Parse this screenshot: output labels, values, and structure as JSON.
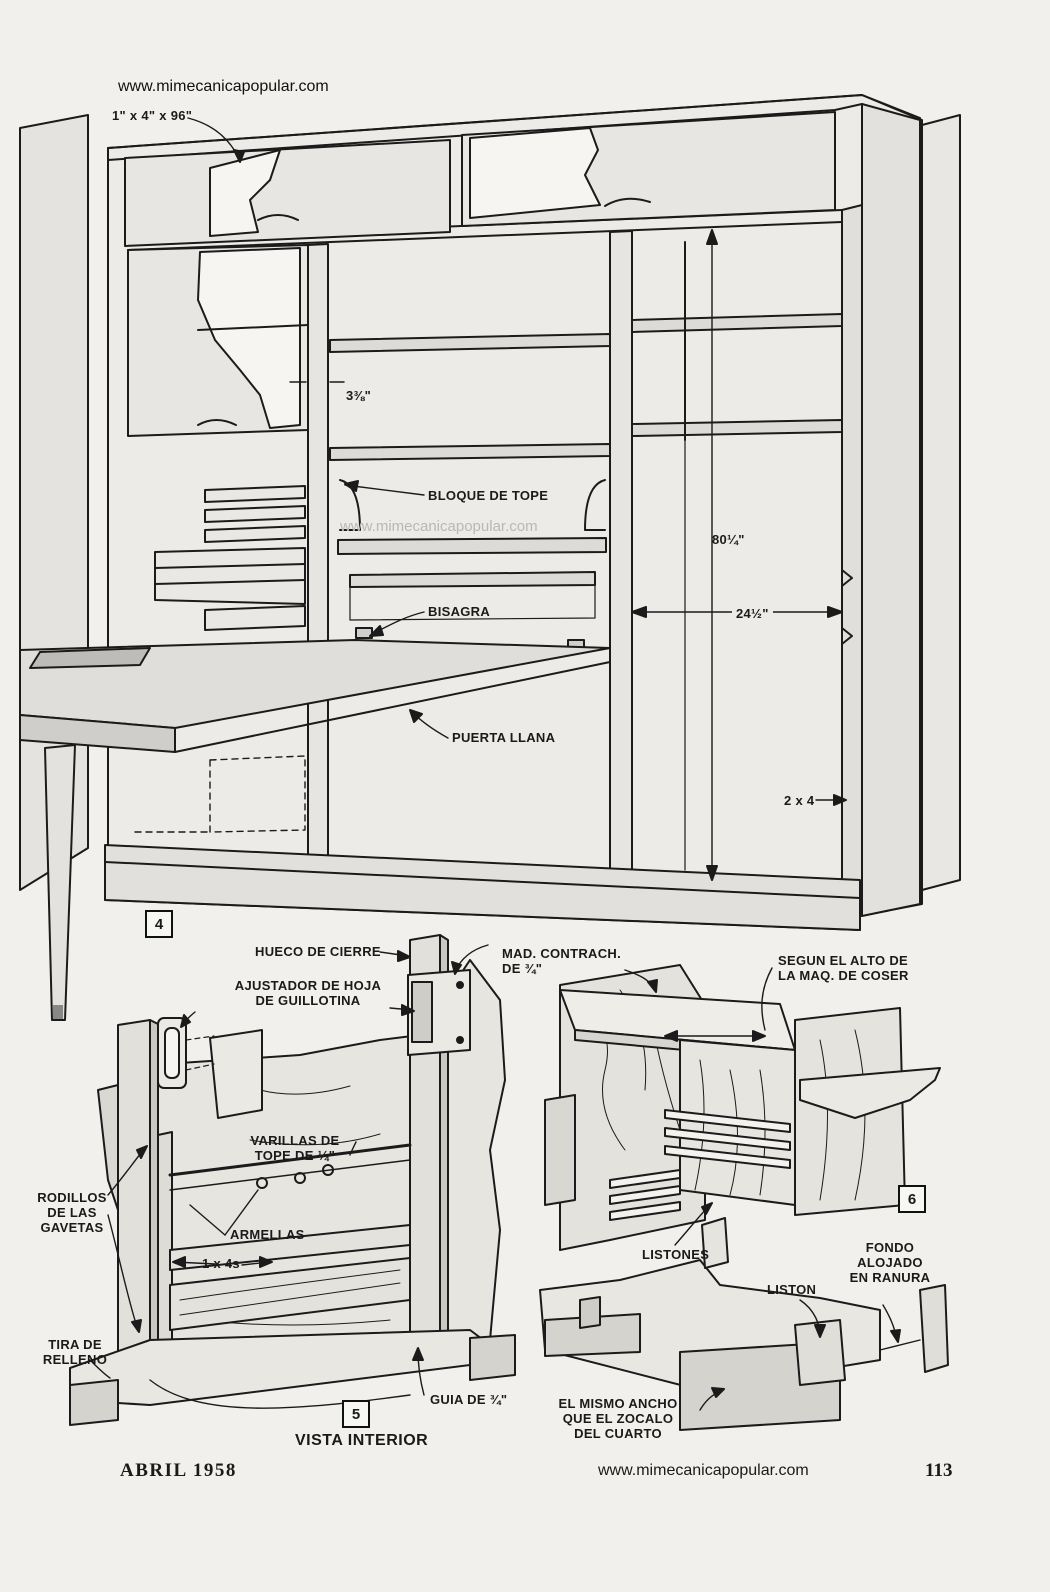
{
  "header": {
    "url": "www.mimecanicapopular.com"
  },
  "watermark": {
    "text": "www.mimecanicapopular.com"
  },
  "figure4": {
    "number": "4",
    "labels": {
      "lumber": "1\" x 4\" x 96\"",
      "gap": "3⅜\"",
      "stop_block": "BLOQUE DE TOPE",
      "height": "80¼\"",
      "hinge": "BISAGRA",
      "width": "24½\"",
      "flat_door": "PUERTA LLANA",
      "stud": "2 x 4"
    }
  },
  "figure5": {
    "number": "5",
    "caption": "VISTA INTERIOR",
    "labels": {
      "lock_recess": "HUECO DE CIERRE",
      "plywood": [
        "MAD. CONTRACH.",
        "DE ¾\""
      ],
      "sash_adjuster": [
        "AJUSTADOR DE HOJA",
        "DE GUILLOTINA"
      ],
      "stop_rods": [
        "VARILLAS DE",
        "TOPE DE ¼\""
      ],
      "drawer_rollers": [
        "RODILLOS",
        "DE LAS",
        "GAVETAS"
      ],
      "eyelets": "ARMELLAS",
      "boards": "1 x 4s",
      "filler_strip": [
        "TIRA DE",
        "RELLENO"
      ],
      "guide": "GUIA DE ¾\""
    }
  },
  "figure6": {
    "number": "6",
    "labels": {
      "sewing_height": [
        "SEGUN EL ALTO DE",
        "LA MAQ. DE COSER"
      ],
      "strips": "LISTONES",
      "strip": "LISTON",
      "back_groove": [
        "FONDO",
        "ALOJADO",
        "EN RANURA"
      ],
      "same_width": [
        "EL MISMO ANCHO",
        "QUE EL ZOCALO",
        "DEL CUARTO"
      ]
    }
  },
  "footer": {
    "issue": "ABRIL 1958",
    "url": "www.mimecanicapopular.com",
    "page": "113"
  }
}
